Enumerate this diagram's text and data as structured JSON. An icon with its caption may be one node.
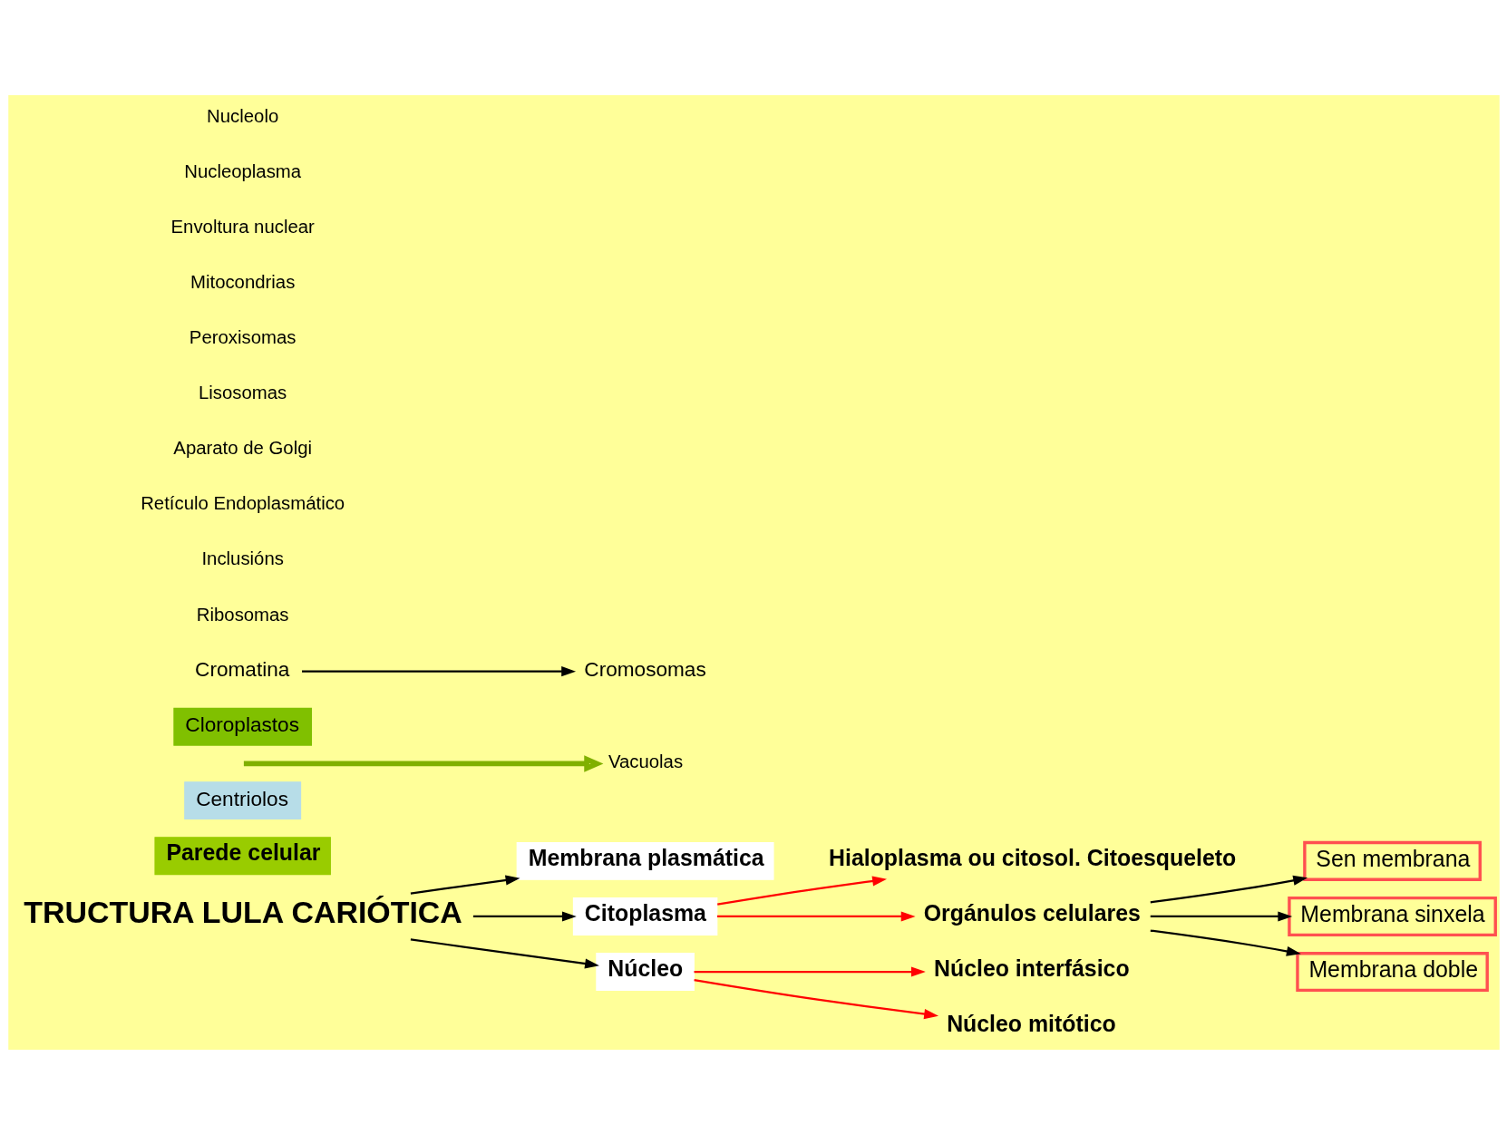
{
  "diagram": {
    "nodes": [
      {
        "text": [
          "TRUCTURA LULA CARIÓTICA"
        ]
      },
      {
        "text": [
          "Parede celular"
        ]
      },
      {
        "text": [
          "Membrana plasmática"
        ]
      },
      {
        "text": [
          "Citoplasma"
        ]
      },
      {
        "text": [
          "Hialoplasma ou citosol. Citoesqueleto"
        ]
      },
      {
        "text": [
          "Orgánulos celulares"
        ]
      },
      {
        "text": [
          "Sen membrana"
        ]
      },
      {
        "text": [
          "Centriolos"
        ]
      },
      {
        "text": [
          "Membrana sinxela"
        ]
      },
      {
        "text": [
          "Vacuolas"
        ]
      },
      {
        "text": [
          "Membrana doble"
        ]
      },
      {
        "text": [
          "Cloroplastos"
        ]
      },
      {
        "text": [
          "Núcleo"
        ]
      },
      {
        "text": [
          "Núcleo interfásico"
        ]
      },
      {
        "text": [
          "Núcleo mitótico"
        ]
      },
      {
        "text": [
          "Cromatina"
        ]
      },
      {
        "text": [
          "Cromosomas"
        ]
      }
    ],
    "edges": [
      {
        "from": 0,
        "to": 2,
        "arrow": "to"
      },
      {
        "from": 0,
        "to": 3,
        "arrow": "to"
      },
      {
        "from": 0,
        "to": 12,
        "arrow": "to"
      },
      {
        "from": 3,
        "to": 4,
        "arrow": "to",
        "color": "#ff0000"
      },
      {
        "from": 3,
        "to": 5,
        "arrow": "to",
        "color": "#ff0000"
      },
      {
        "from": 5,
        "to": 6,
        "arrow": "to"
      },
      {
        "from": 5,
        "to": 8,
        "arrow": "to"
      },
      {
        "from": 5,
        "to": 10,
        "arrow": "to"
      },
      {
        "from": 12,
        "to": 13,
        "arrow": "to",
        "color": "#ff0000"
      },
      {
        "from": 12,
        "to": 14,
        "arrow": "to",
        "color": "#ff0000"
      },
      {
        "from": 15,
        "to": 16,
        "arrow": "to"
      },
      {
        "from": null,
        "to": 9,
        "arrow": "to",
        "style": "thick",
        "color": "#80b000"
      }
    ],
    "labels": [
      "Ribosomas",
      "Inclusións",
      "Retículo Endoplasmático",
      "Aparato de Golgi",
      "Lisosomas",
      "Peroxisomas",
      "Mitocondrias",
      "Envoltura nuclear",
      "Nucleoplasma",
      "Nucleolo"
    ]
  }
}
